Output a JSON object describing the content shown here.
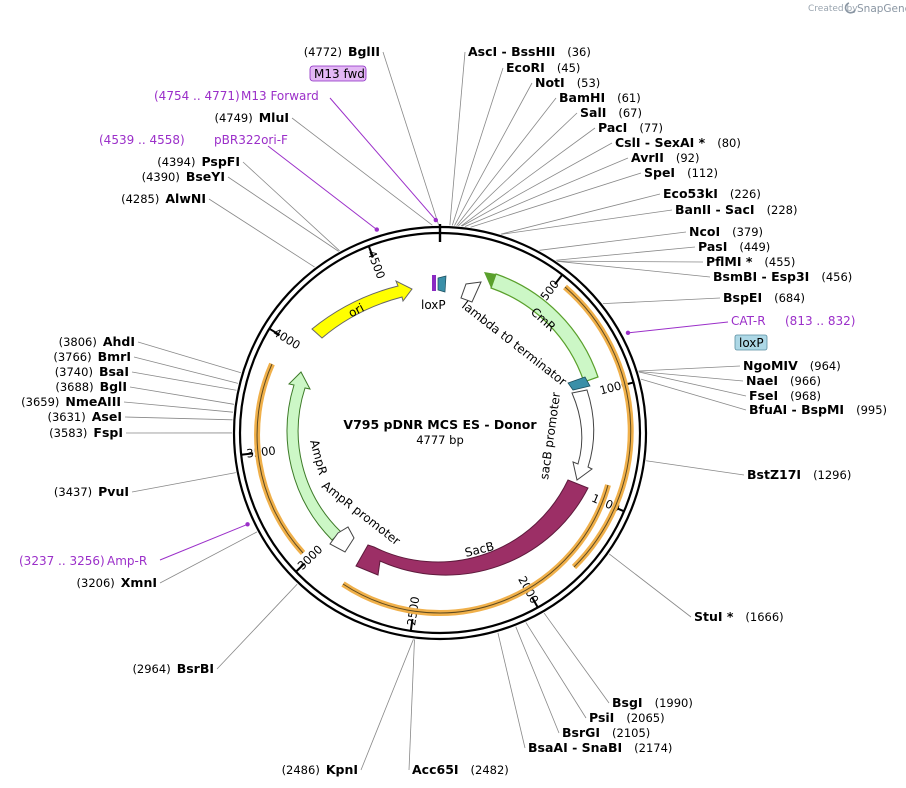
{
  "credit": {
    "created_by": "Created by",
    "brand": "SnapGene"
  },
  "plasmid": {
    "name": "V795 pDNR MCS ES - Donor",
    "size_label": "4777 bp",
    "length": 4777
  },
  "ticks": [
    "500",
    "1000",
    "1500",
    "2000",
    "2500",
    "3000",
    "3500",
    "4000",
    "4500"
  ],
  "sites": [
    {
      "name": "BglII",
      "pos": "(4772)"
    },
    {
      "name": "AscI  -  BssHII",
      "pos": "(36)"
    },
    {
      "name": "EcoRI",
      "pos": "(45)"
    },
    {
      "name": "NotI",
      "pos": "(53)"
    },
    {
      "name": "BamHI",
      "pos": "(61)"
    },
    {
      "name": "SalI",
      "pos": "(67)"
    },
    {
      "name": "PacI",
      "pos": "(77)"
    },
    {
      "name": "CslI  -  SexAI *",
      "pos": "(80)"
    },
    {
      "name": "AvrII",
      "pos": "(92)"
    },
    {
      "name": "SpeI",
      "pos": "(112)"
    },
    {
      "name": "Eco53kI",
      "pos": "(226)"
    },
    {
      "name": "BanII  -  SacI",
      "pos": "(228)"
    },
    {
      "name": "NcoI",
      "pos": "(379)"
    },
    {
      "name": "PasI",
      "pos": "(449)"
    },
    {
      "name": "PflMI *",
      "pos": "(455)"
    },
    {
      "name": "BsmBI  -  Esp3I",
      "pos": "(456)"
    },
    {
      "name": "BspEI",
      "pos": "(684)"
    },
    {
      "name": "NgoMIV",
      "pos": "(964)"
    },
    {
      "name": "NaeI",
      "pos": "(966)"
    },
    {
      "name": "FseI",
      "pos": "(968)"
    },
    {
      "name": "BfuAI  -  BspMI",
      "pos": "(995)"
    },
    {
      "name": "BstZ17I",
      "pos": "(1296)"
    },
    {
      "name": "StuI *",
      "pos": "(1666)"
    },
    {
      "name": "BsgI",
      "pos": "(1990)"
    },
    {
      "name": "PsiI",
      "pos": "(2065)"
    },
    {
      "name": "BsrGI",
      "pos": "(2105)"
    },
    {
      "name": "BsaAI  -  SnaBI",
      "pos": "(2174)"
    },
    {
      "name": "Acc65I",
      "pos": "(2482)"
    },
    {
      "name": "KpnI",
      "pos": "(2486)"
    },
    {
      "name": "BsrBI",
      "pos": "(2964)"
    },
    {
      "name": "XmnI",
      "pos": "(3206)"
    },
    {
      "name": "PvuI",
      "pos": "(3437)"
    },
    {
      "name": "FspI",
      "pos": "(3583)"
    },
    {
      "name": "AseI",
      "pos": "(3631)"
    },
    {
      "name": "NmeAIII",
      "pos": "(3659)"
    },
    {
      "name": "BglI",
      "pos": "(3688)"
    },
    {
      "name": "BsaI",
      "pos": "(3740)"
    },
    {
      "name": "BmrI",
      "pos": "(3766)"
    },
    {
      "name": "AhdI",
      "pos": "(3806)"
    },
    {
      "name": "AlwNI",
      "pos": "(4285)"
    },
    {
      "name": "BseYI",
      "pos": "(4390)"
    },
    {
      "name": "PspFI",
      "pos": "(4394)"
    },
    {
      "name": "MluI",
      "pos": "(4749)"
    }
  ],
  "primers": [
    {
      "name": "M13 Forward",
      "pos": "(4754 .. 4771)"
    },
    {
      "name": "pBR322ori-F",
      "pos": "(4539 .. 4558)"
    },
    {
      "name": "CAT-R",
      "pos": "(813 .. 832)"
    },
    {
      "name": "Amp-R",
      "pos": "(3237 .. 3256)"
    }
  ],
  "tags": {
    "m13fwd": "M13 fwd",
    "loxp_box": "loxP"
  },
  "features": {
    "ori": "ori",
    "loxp": "loxP",
    "lambda": "lambda t0 terminator",
    "cmr": "CmR",
    "sacb_promoter": "sacB promoter",
    "sacb": "SacB",
    "ampr": "AmpR",
    "ampr_promoter": "AmpR promoter"
  },
  "colors": {
    "ori": "#ffff00",
    "cmr": "#ccf7c6",
    "sacb": "#9c2f66",
    "ampr": "#ccf7c6",
    "cmr_edge": "#5aa02c",
    "orange": "#f0b04a",
    "primer": "#9b2fc9",
    "loxp": "#3a8fa8",
    "loxp_purple": "#8a2ac2",
    "box": "#add8e6",
    "tagfill": "#e3b8f5"
  }
}
